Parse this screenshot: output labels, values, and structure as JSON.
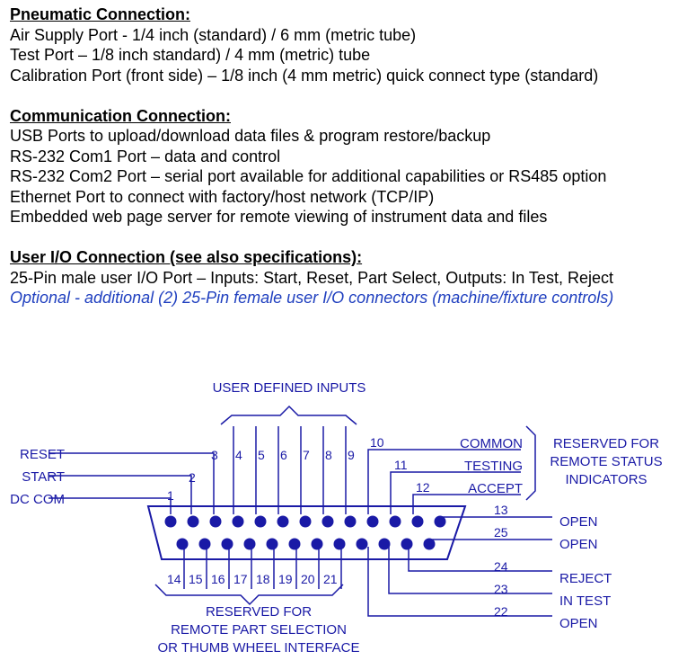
{
  "pneumatic": {
    "heading": "Pneumatic Connection:",
    "lines": [
      "Air Supply Port - 1/4 inch (standard) / 6 mm (metric tube)",
      "Test Port – 1/8 inch standard) / 4 mm (metric) tube",
      "Calibration Port (front side) – 1/8 inch (4 mm metric) quick connect type (standard)"
    ]
  },
  "communication": {
    "heading": "Communication Connection:",
    "lines": [
      "USB Ports to upload/download data files & program restore/backup",
      "RS-232 Com1 Port – data and control",
      "RS-232 Com2 Port – serial port available for additional capabilities or RS485 option",
      "Ethernet Port to connect with factory/host network (TCP/IP)",
      "Embedded web page server for remote viewing of instrument data and files"
    ]
  },
  "userio": {
    "heading": "User I/O Connection (see also specifications):",
    "line": "25-Pin male user I/O Port – Inputs: Start, Reset, Part Select, Outputs: In Test, Reject",
    "optional": "Optional - additional (2) 25-Pin female user I/O connectors (machine/fixture controls)"
  },
  "diagram": {
    "top_label": "USER DEFINED INPUTS",
    "left_labels": {
      "reset": "RESET",
      "start": "START",
      "dccom": "DC COM"
    },
    "status_signals": {
      "common": "COMMON",
      "testing": "TESTING",
      "accept": "ACCEPT"
    },
    "reserved_status": [
      "RESERVED FOR",
      "REMOTE STATUS",
      "INDICATORS"
    ],
    "right_outputs": {
      "p13": "OPEN",
      "p25": "OPEN",
      "p24": "REJECT",
      "p23": "IN TEST",
      "p22": "OPEN"
    },
    "reserved_part": [
      "RESERVED FOR",
      "REMOTE PART SELECTION",
      "OR THUMB WHEEL INTERFACE"
    ],
    "pin_numbers": {
      "p1": "1",
      "p2": "2",
      "p3": "3",
      "p4": "4",
      "p5": "5",
      "p6": "6",
      "p7": "7",
      "p8": "8",
      "p9": "9",
      "p10": "10",
      "p11": "11",
      "p12": "12",
      "p13": "13",
      "p14": "14",
      "p15": "15",
      "p16": "16",
      "p17": "17",
      "p18": "18",
      "p19": "19",
      "p20": "20",
      "p21": "21",
      "p22": "22",
      "p23": "23",
      "p24": "24",
      "p25": "25"
    }
  }
}
